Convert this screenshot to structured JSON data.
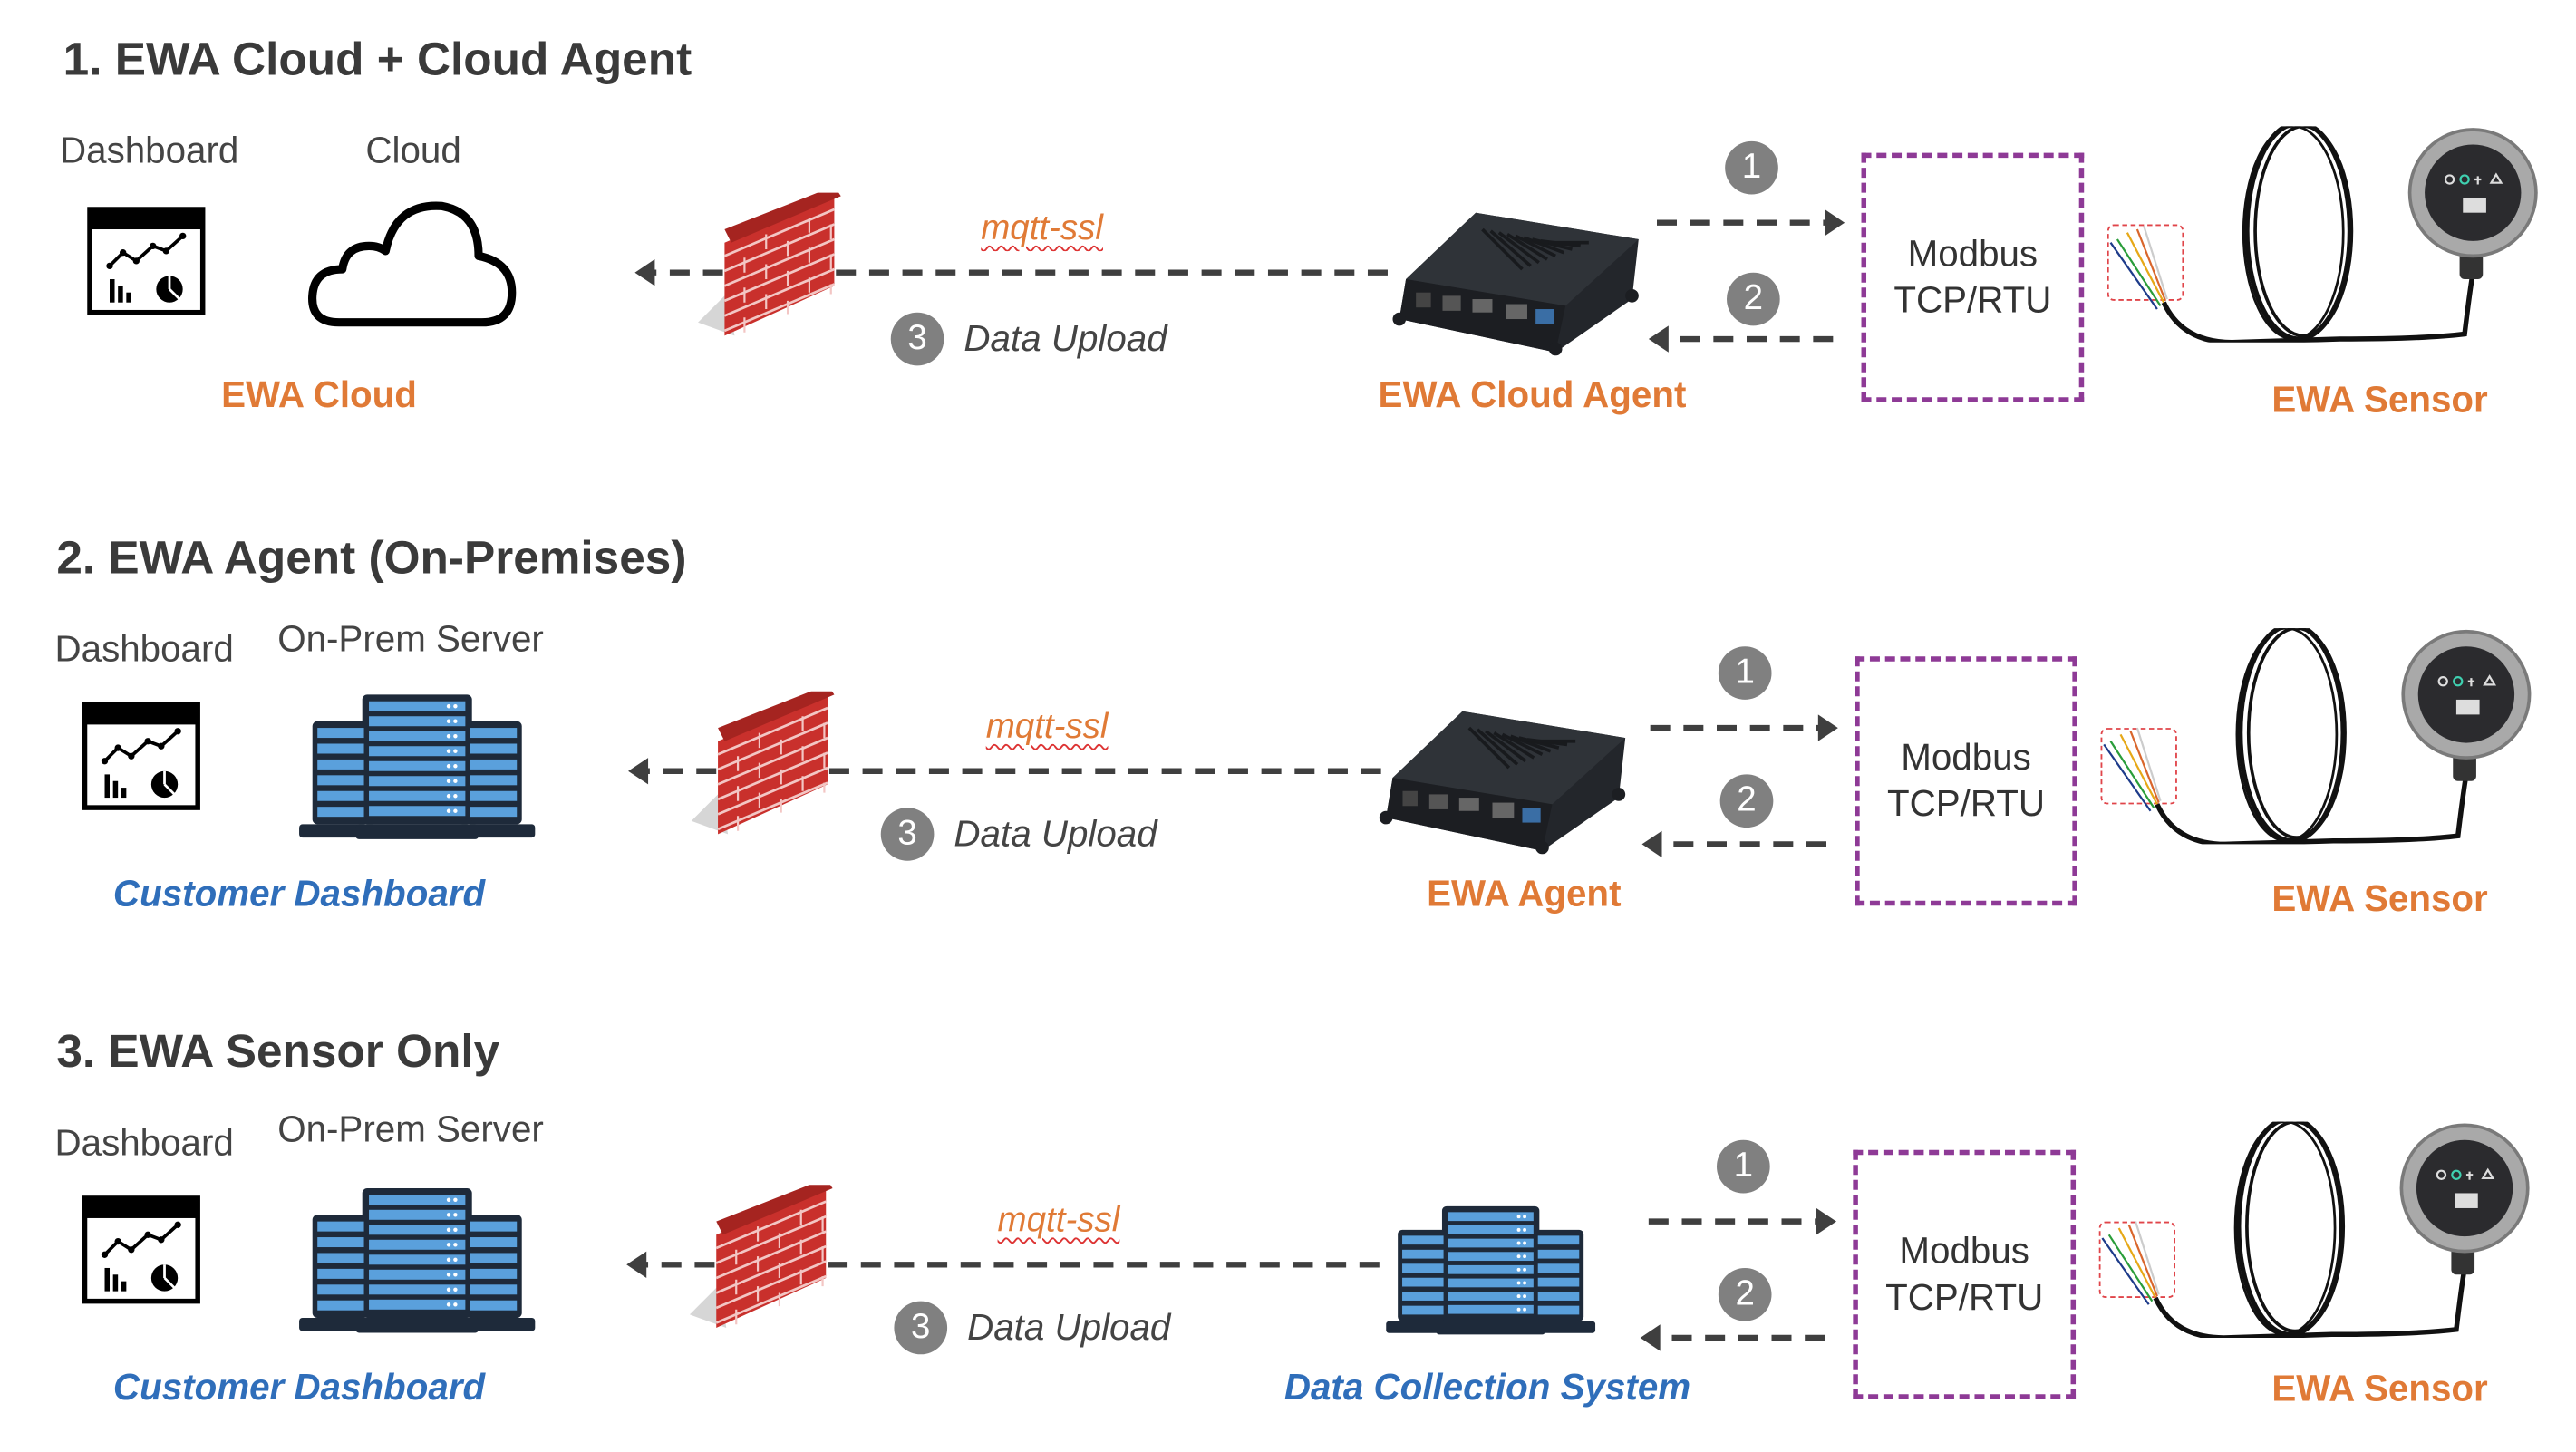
{
  "colors": {
    "orange": "#E07A36",
    "blue": "#2F6EBA",
    "purple": "#8E3A96",
    "step": "#808080",
    "arrow": "#3f3f3f"
  },
  "sections": [
    {
      "title": "1. EWA Cloud + Cloud Agent",
      "labels": [
        "Dashboard",
        "Cloud"
      ],
      "left_icon": "cloud-icon",
      "left_caption": "EWA Cloud",
      "left_caption_style": "orange",
      "protocol": "mqtt-ssl",
      "step3": {
        "num": "3",
        "label": "Data Upload"
      },
      "middle_icon": "agent-device-icon",
      "middle_caption": "EWA Cloud Agent",
      "middle_caption_style": "orange",
      "step1": "1",
      "step2": "2",
      "modbus": [
        "Modbus",
        "TCP/RTU"
      ],
      "sensor_caption": "EWA Sensor"
    },
    {
      "title": "2. EWA Agent (On-Premises)",
      "labels": [
        "Dashboard",
        "On-Prem Server"
      ],
      "left_icon": "server-icon",
      "left_caption": "Customer Dashboard",
      "left_caption_style": "blue",
      "protocol": "mqtt-ssl",
      "step3": {
        "num": "3",
        "label": "Data Upload"
      },
      "middle_icon": "agent-device-icon",
      "middle_caption": "EWA Agent",
      "middle_caption_style": "orange",
      "step1": "1",
      "step2": "2",
      "modbus": [
        "Modbus",
        "TCP/RTU"
      ],
      "sensor_caption": "EWA Sensor"
    },
    {
      "title": "3. EWA Sensor Only",
      "labels": [
        "Dashboard",
        "On-Prem Server"
      ],
      "left_icon": "server-icon",
      "left_caption": "Customer Dashboard",
      "left_caption_style": "blue",
      "protocol": "mqtt-ssl",
      "step3": {
        "num": "3",
        "label": "Data Upload"
      },
      "middle_icon": "server-icon",
      "middle_caption": "Data Collection System",
      "middle_caption_style": "blue",
      "step1": "1",
      "step2": "2",
      "modbus": [
        "Modbus",
        "TCP/RTU"
      ],
      "sensor_caption": "EWA Sensor"
    }
  ]
}
